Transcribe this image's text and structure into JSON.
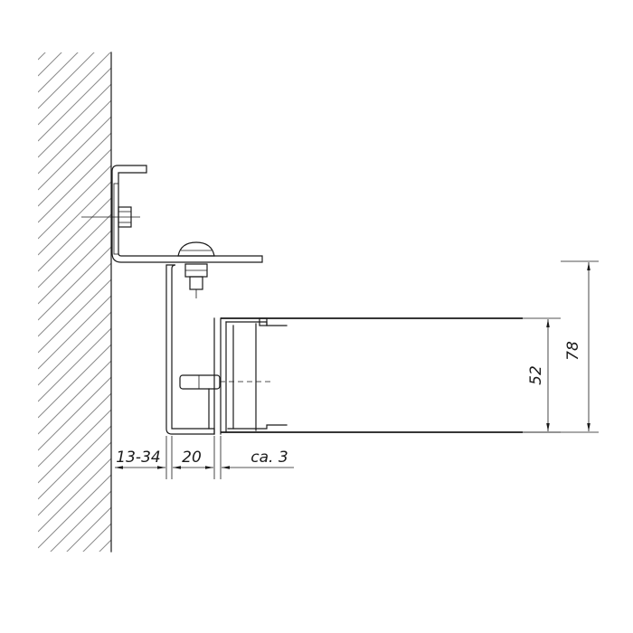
{
  "dimensions": {
    "horizontal": [
      {
        "label": "13-34"
      },
      {
        "label": "20"
      },
      {
        "label": "ca. 3"
      }
    ],
    "vertical": [
      {
        "label": "52"
      },
      {
        "label": "78"
      }
    ]
  }
}
